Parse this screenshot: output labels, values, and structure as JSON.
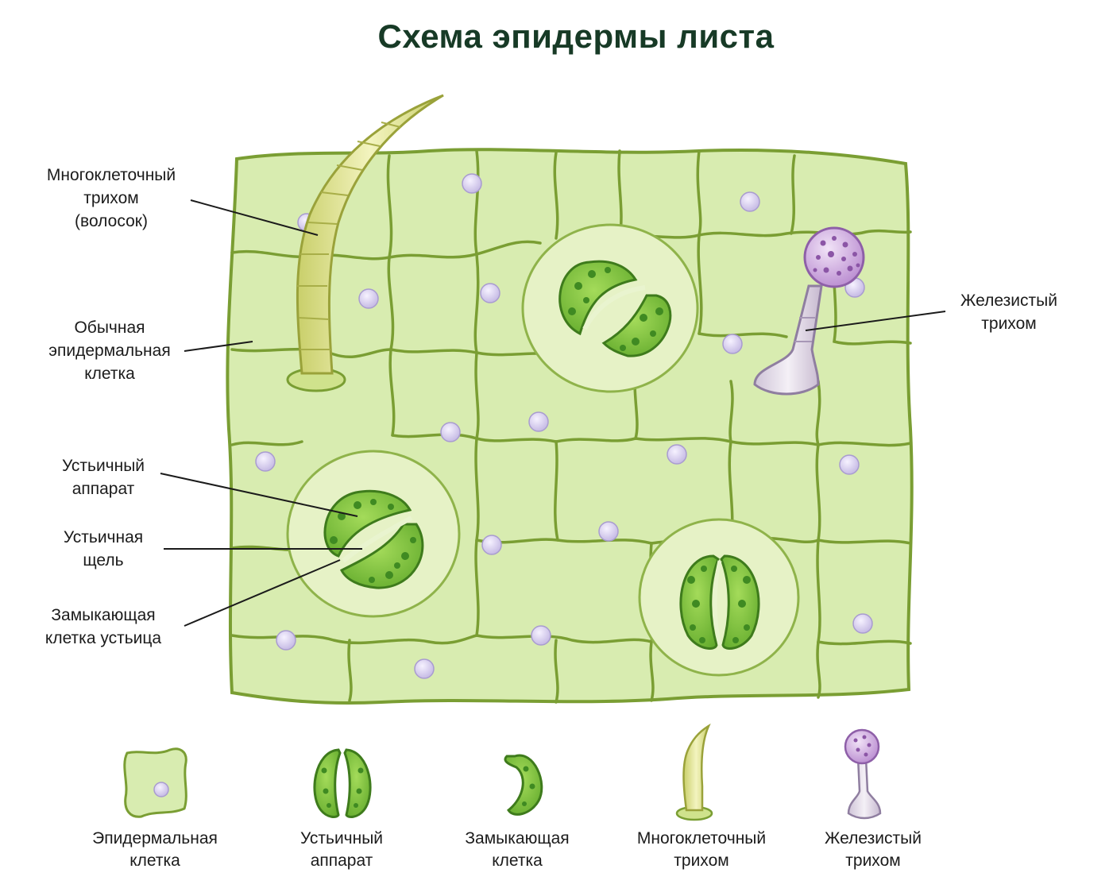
{
  "title": "Схема эпидермы листа",
  "callouts": {
    "multicellular_trichome": [
      "Многоклеточный",
      "трихом",
      "(волосок)"
    ],
    "ordinary_cell": [
      "Обычная",
      "эпидермальная",
      "клетка"
    ],
    "stomatal_apparatus": [
      "Устьичный",
      "аппарат"
    ],
    "stomatal_pore": [
      "Устьичная",
      "щель"
    ],
    "guard_cell": [
      "Замыкающая",
      "клетка устьица"
    ],
    "glandular_trichome": [
      "Железистый",
      "трихом"
    ]
  },
  "legend": [
    {
      "line1": "Эпидермальная",
      "line2": "клетка",
      "icon": "epidermal-cell-icon"
    },
    {
      "line1": "Устьичный",
      "line2": "аппарат",
      "icon": "stoma-icon"
    },
    {
      "line1": "Замыкающая",
      "line2": "клетка",
      "icon": "guard-cell-icon"
    },
    {
      "line1": "Многоклеточный",
      "line2": "трихом",
      "icon": "hair-trichome-icon"
    },
    {
      "line1": "Железистый",
      "line2": "трихом",
      "icon": "glandular-trichome-icon"
    }
  ],
  "colors": {
    "title": "#173a26",
    "cell_fill": "#d8ecb0",
    "cell_wall": "#7a9e33",
    "guard_cell": "#78bf2e",
    "chloroplast": "#3f8a22",
    "nucleus": "#d2c8ec",
    "hair_trichome": "#e6e89a",
    "glandular_head": "#c39bd6",
    "leader_line": "#1b1b1b"
  }
}
